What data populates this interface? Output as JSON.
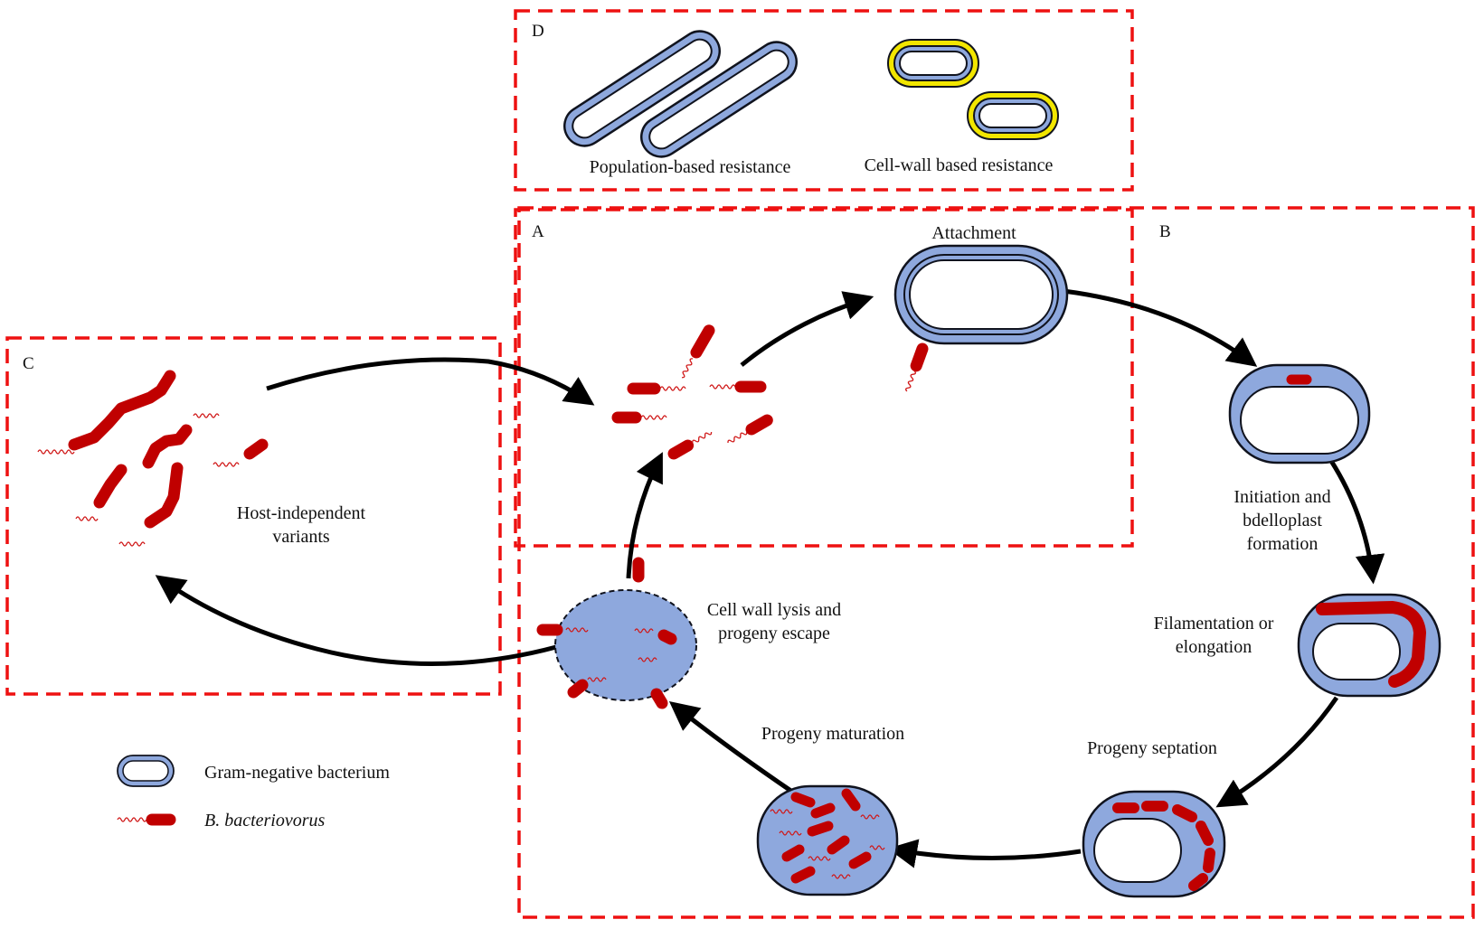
{
  "colors": {
    "cell_fill": "#8ea8dd",
    "cell_stroke": "#10131e",
    "inner_fill": "#ffffff",
    "bdello": "#c00000",
    "flagellum": "#d01818",
    "box": "#ee1111",
    "capsule": "#f2e600",
    "arrow": "#000000"
  },
  "panels": {
    "a": "A",
    "b": "B",
    "c": "C",
    "d": "D"
  },
  "labels": {
    "population_resistance": "Population-based resistance",
    "cellwall_resistance": "Cell-wall based resistance",
    "attachment": "Attachment",
    "initiation_1": "Initiation and",
    "initiation_2": "bdelloplast",
    "initiation_3": "formation",
    "filamentation_1": "Filamentation or",
    "filamentation_2": "elongation",
    "septation": "Progeny septation",
    "maturation": "Progeny maturation",
    "lysis_1": "Cell wall lysis and",
    "lysis_2": "progeny escape",
    "hi_1": "Host-independent",
    "hi_2": "variants"
  },
  "legend": {
    "gram_negative": "Gram-negative bacterium",
    "bdellovibrio": "B. bacteriovorus"
  }
}
